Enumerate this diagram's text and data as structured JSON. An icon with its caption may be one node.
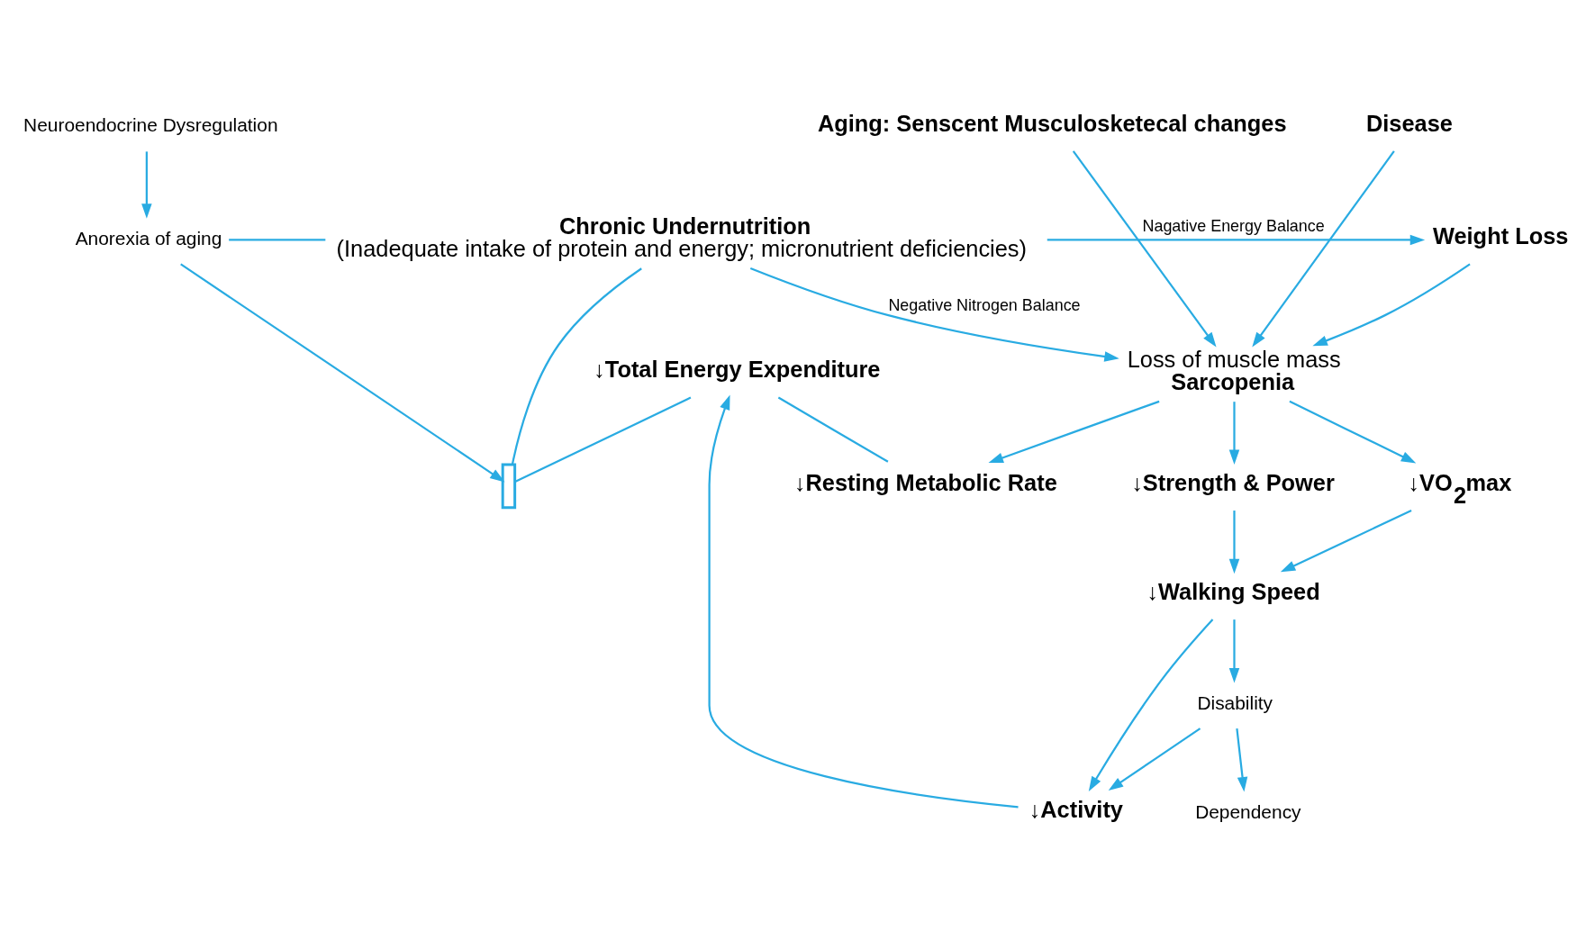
{
  "diagram": {
    "nodes": [
      {
        "text": [
          "Neuroendocrine Dysregulation"
        ]
      },
      {
        "text": [
          "Anorexia of aging"
        ]
      },
      {
        "text": [
          "Chronic Undernutrition",
          "(Inadequate intake of protein and energy; micronutrient deficiencies)"
        ]
      },
      {
        "text": [
          "Aging: Senscent Musculosketecal changes"
        ]
      },
      {
        "text": [
          "Disease"
        ]
      },
      {
        "text": [
          "Weight Loss"
        ]
      },
      {
        "text": [
          "Loss of muscle mass",
          "Sarcopenia"
        ]
      },
      {
        "text": [
          "↓Total Energy Expenditure"
        ]
      },
      {
        "text": [
          "↓Resting Metabolic Rate"
        ]
      },
      {
        "text": [
          "↓Activity"
        ]
      },
      {
        "text": [
          "↓Walking Speed"
        ]
      },
      {
        "text": [
          "↓Strength & Power"
        ]
      },
      {
        "text": [
          "↓VO$_{2}$max"
        ]
      },
      {
        "text": [
          "Disability"
        ]
      },
      {
        "text": [
          "Dependency"
        ]
      },
      {
        "text": [],
        "shape": "bar"
      }
    ],
    "edges": [
      {
        "from": 0,
        "to": 1,
        "arrow": "to"
      },
      {
        "from": 1,
        "to": 15,
        "arrow": "to"
      },
      {
        "from": 1,
        "to": 2,
        "arrow": "none"
      },
      {
        "from": 7,
        "to": 15,
        "arrow": "none"
      },
      {
        "from": 15,
        "to": 2,
        "arrow": "none"
      },
      {
        "from": 2,
        "to": 5,
        "arrow": "to",
        "label": "Nagative Energy Balance"
      },
      {
        "from": 2,
        "to": 6,
        "arrow": "to",
        "label": "Negative Nitrogen Balance"
      },
      {
        "from": 3,
        "to": 6,
        "arrow": "to"
      },
      {
        "from": 4,
        "to": 6,
        "arrow": "to"
      },
      {
        "from": 5,
        "to": 6,
        "arrow": "to"
      },
      {
        "from": 6,
        "to": 8,
        "arrow": "to"
      },
      {
        "from": 6,
        "to": 11,
        "arrow": "to"
      },
      {
        "from": 6,
        "to": 12,
        "arrow": "to"
      },
      {
        "from": 8,
        "to": 7,
        "arrow": "none"
      },
      {
        "from": 9,
        "to": 7,
        "arrow": "to"
      },
      {
        "from": 10,
        "to": 9,
        "arrow": "to"
      },
      {
        "from": 13,
        "to": 9,
        "arrow": "to"
      },
      {
        "from": 10,
        "to": 13,
        "arrow": "to"
      },
      {
        "from": 13,
        "to": 14,
        "arrow": "to"
      },
      {
        "from": 11,
        "to": 10,
        "arrow": "to"
      },
      {
        "from": 12,
        "to": 10,
        "arrow": "to"
      }
    ]
  }
}
